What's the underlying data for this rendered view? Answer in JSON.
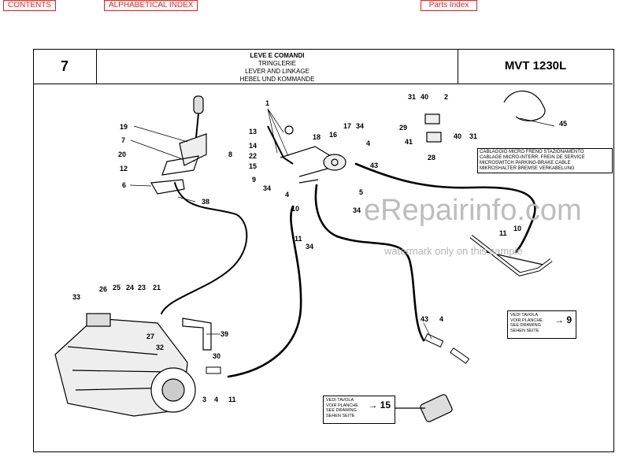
{
  "nav": {
    "contents": "CONTENTS",
    "alphabetical_index": "ALPHABETICAL INDEX",
    "parts_index": "Parts Index"
  },
  "header": {
    "plate_number": "7",
    "title_lines": [
      "LEVE E COMANDI",
      "TRINGLERIE",
      "LEVER AND LINKAGE",
      "HEBEL UND KOMMANDE"
    ],
    "model": "MVT 1230L"
  },
  "cable_note": [
    "CABLAGGIO MICRO FRENO STAZIONAMENTO",
    "CABLAGE MICRO-INTERR. FREIN DE SERVICE",
    "MICROSWITCH PARKING-BRAKE CABLE",
    "MIKROSHALTER BREMSE VERKABELUNG"
  ],
  "ref_9": {
    "lines": [
      "VEDI TAVOLA",
      "VOIR PLANCHE",
      "SEE DRAWING",
      "SEHEN SEITE"
    ],
    "target": "→ 9"
  },
  "ref_15": {
    "lines": [
      "VEDI TAVOLA",
      "VOIR PLANCHE",
      "SEE DRAWING",
      "SEHEN SEITE"
    ],
    "target": "→ 15"
  },
  "watermark": {
    "site": "eRepairinfo.com",
    "note": "watermark only on this sample"
  },
  "callouts": {
    "c1": "1",
    "c13": "13",
    "c14": "14",
    "c22": "22",
    "c15": "15",
    "c9": "9",
    "c34a": "34",
    "c4a": "4",
    "c18": "18",
    "c16": "16",
    "c17": "17",
    "c34b": "34",
    "c4b": "4",
    "c43a": "43",
    "c5": "5",
    "c34c": "34",
    "c10a": "10",
    "c11a": "11",
    "c34d": "34",
    "c19": "19",
    "c7": "7",
    "c20": "20",
    "c12": "12",
    "c6": "6",
    "c8": "8",
    "c38": "38",
    "c31a": "31",
    "c40a": "40",
    "c2": "2",
    "c29": "29",
    "c41": "41",
    "c28": "28",
    "c40b": "40",
    "c31b": "31",
    "c45": "45",
    "c10b": "10",
    "c11b": "11",
    "c33": "33",
    "c26": "26",
    "c25": "25",
    "c24": "24",
    "c23": "23",
    "c21": "21",
    "c27": "27",
    "c39": "39",
    "c32": "32",
    "c30": "30",
    "c3": "3",
    "c4c": "4",
    "c11c": "11",
    "c43b": "43",
    "c4d": "4"
  }
}
